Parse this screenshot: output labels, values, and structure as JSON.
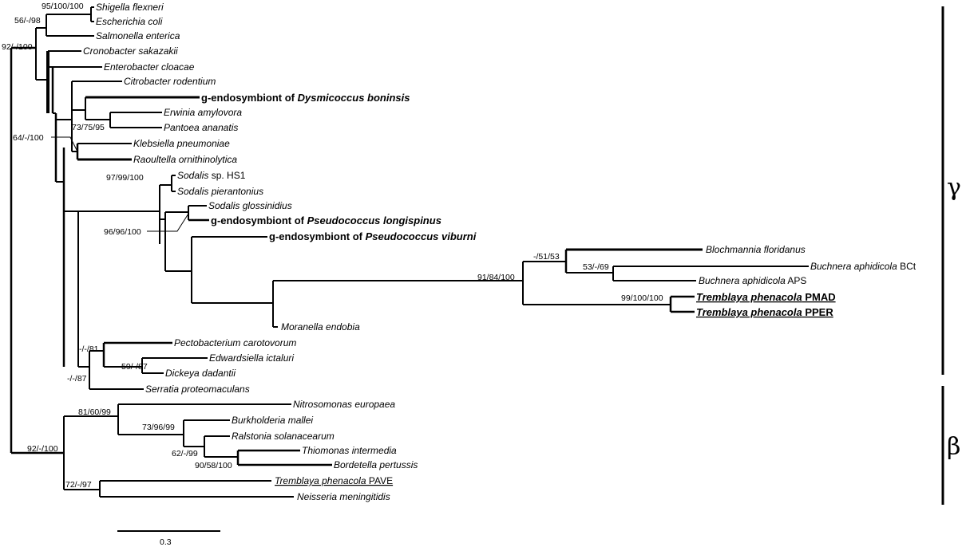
{
  "taxa": {
    "t1": {
      "name": "Shigella flexneri",
      "suffix": "",
      "bold": false,
      "underline": false
    },
    "t2": {
      "name": "Escherichia coli",
      "suffix": "",
      "bold": false,
      "underline": false
    },
    "t3": {
      "name": "Salmonella enterica",
      "suffix": "",
      "bold": false,
      "underline": false
    },
    "t4": {
      "name": "Cronobacter  sakazakii",
      "suffix": "",
      "bold": false,
      "underline": false
    },
    "t5": {
      "name": "Enterobacter cloacae",
      "suffix": "",
      "bold": false,
      "underline": false
    },
    "t6": {
      "name": "Citrobacter rodentium",
      "suffix": "",
      "bold": false,
      "underline": false
    },
    "t7": {
      "prefix": "g-endosymbiont of ",
      "name": "Dysmicoccus boninsis",
      "suffix": "",
      "bold": true,
      "underline": false
    },
    "t8": {
      "name": "Erwinia  amylovora",
      "suffix": "",
      "bold": false,
      "underline": false
    },
    "t9": {
      "name": "Pantoea ananatis",
      "suffix": "",
      "bold": false,
      "underline": false
    },
    "t10": {
      "name": "Klebsiella pneumoniae",
      "suffix": "",
      "bold": false,
      "underline": false
    },
    "t11": {
      "name": "Raoultella ornithinolytica",
      "suffix": "",
      "bold": false,
      "underline": false
    },
    "t12": {
      "name": "Sodalis",
      "suffix": " sp. HS1",
      "bold": false,
      "underline": false
    },
    "t13": {
      "name": "Sodalis pierantonius",
      "suffix": "",
      "bold": false,
      "underline": false
    },
    "t14": {
      "name": "Sodalis glossinidius",
      "suffix": "",
      "bold": false,
      "underline": false
    },
    "t15": {
      "prefix": "g-endosymbiont of ",
      "name": "Pseudococcus  longispinus",
      "suffix": "",
      "bold": true,
      "underline": false
    },
    "t16": {
      "prefix": "g-endosymbiont of ",
      "name": "Pseudococcus  viburni",
      "suffix": "",
      "bold": true,
      "underline": false
    },
    "t17": {
      "name": "Blochmannia floridanus",
      "suffix": "",
      "bold": false,
      "underline": false
    },
    "t18": {
      "name": "Buchnera aphidicola",
      "suffix": " BCt",
      "bold": false,
      "underline": false
    },
    "t19": {
      "name": "Buchnera aphidicola",
      "suffix": " APS",
      "bold": false,
      "underline": false
    },
    "t20": {
      "name": "Tremblaya  phenacola",
      "suffix": " PMAD",
      "bold": true,
      "underline": true
    },
    "t21": {
      "name": "Tremblaya  phenacola",
      "suffix": " PPER",
      "bold": true,
      "underline": true
    },
    "t22": {
      "name": "Moranella endobia",
      "suffix": "",
      "bold": false,
      "underline": false
    },
    "t23": {
      "name": "Pectobacterium carotovorum",
      "suffix": "",
      "bold": false,
      "underline": false
    },
    "t24": {
      "name": "Edwardsiella ictaluri",
      "suffix": "",
      "bold": false,
      "underline": false
    },
    "t25": {
      "name": "Dickeya dadantii",
      "suffix": "",
      "bold": false,
      "underline": false
    },
    "t26": {
      "name": "Serratia proteomaculans",
      "suffix": "",
      "bold": false,
      "underline": false
    },
    "t27": {
      "name": "Nitrosomonas europaea",
      "suffix": "",
      "bold": false,
      "underline": false
    },
    "t28": {
      "name": "Burkholderia mallei",
      "suffix": "",
      "bold": false,
      "underline": false
    },
    "t29": {
      "name": "Ralstonia solanacearum",
      "suffix": "",
      "bold": false,
      "underline": false
    },
    "t30": {
      "name": "Thiomonas intermedia",
      "suffix": "",
      "bold": false,
      "underline": false
    },
    "t31": {
      "name": "Bordetella pertussis",
      "suffix": "",
      "bold": false,
      "underline": false
    },
    "t32": {
      "name": "Tremblaya phenacola",
      "suffix": " PAVE",
      "bold": false,
      "underline": true
    },
    "t33": {
      "name": "Neisseria meningitidis",
      "suffix": "",
      "bold": false,
      "underline": false
    }
  },
  "support": {
    "s1": "95/100/100",
    "s2": "56/-/98",
    "s3": "92/-/100",
    "s4": "73/75/95",
    "s5": "64/-/100",
    "s6": "97/99/100",
    "s7": "96/96/100",
    "s8": "91/84/100",
    "s9": "-/51/53",
    "s10": "53/-/69",
    "s11": "99/100/100",
    "s12": "-/-/81",
    "s13": "59/-/87",
    "s14": "-/-/87",
    "s15": "81/60/99",
    "s16": "73/96/99",
    "s17": "62/-/99",
    "s18": "90/58/100",
    "s19": "92/-/100",
    "s20": "72/-/97"
  },
  "clades": {
    "gamma": "γ",
    "beta": "β"
  },
  "scale": {
    "label": "0.3"
  }
}
